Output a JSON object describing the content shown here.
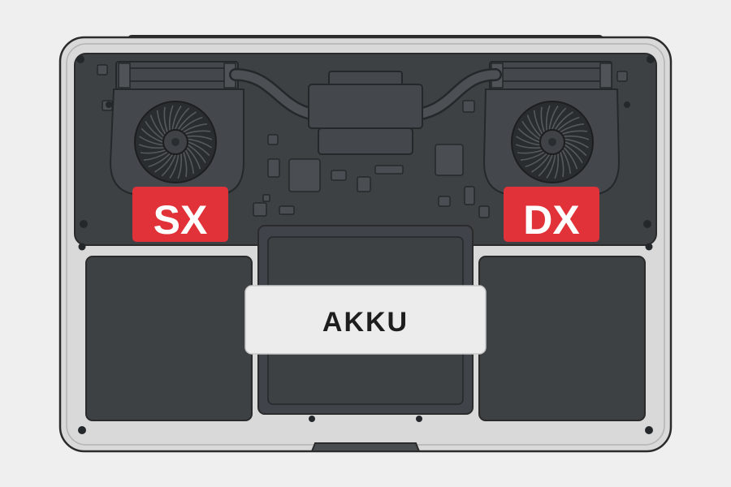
{
  "labels": {
    "left_fan": "SX",
    "right_fan": "DX",
    "battery": "AKKU"
  },
  "colors": {
    "background": "#efefef",
    "chassis": "#d9d9d9",
    "outline": "#2b2b2b",
    "board": "#3d4144",
    "component": "#4a4e52",
    "fan_blade": "#2a2d30",
    "tag_red": "#e03238",
    "tag_text": "#ffffff",
    "battery_label_bg": "#ececec",
    "battery_label_text": "#1e1e1e"
  },
  "icons": [
    "left-fan-icon",
    "right-fan-icon",
    "heat-pipe-icon",
    "screw-icon"
  ]
}
